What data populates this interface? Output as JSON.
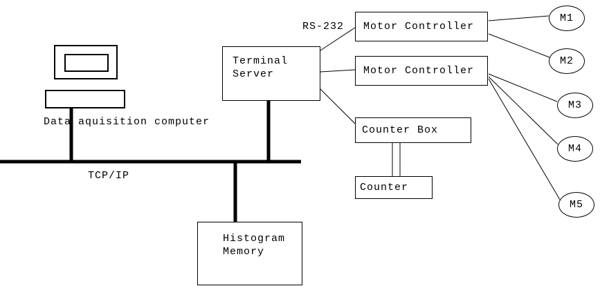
{
  "diagram": {
    "labels": {
      "computer": "Data aquisition computer",
      "bus": "TCP/IP",
      "serial": "RS-232"
    },
    "nodes": {
      "terminal_server": "Terminal\nServer",
      "motor_controller_1": "Motor Controller",
      "motor_controller_2": "Motor Controller",
      "counter_box": "Counter Box",
      "counter": "Counter",
      "histogram_memory": "Histogram\nMemory"
    },
    "motors": [
      "M1",
      "M2",
      "M3",
      "M4",
      "M5"
    ],
    "colors": {
      "line": "#000000",
      "background": "#ffffff"
    }
  }
}
